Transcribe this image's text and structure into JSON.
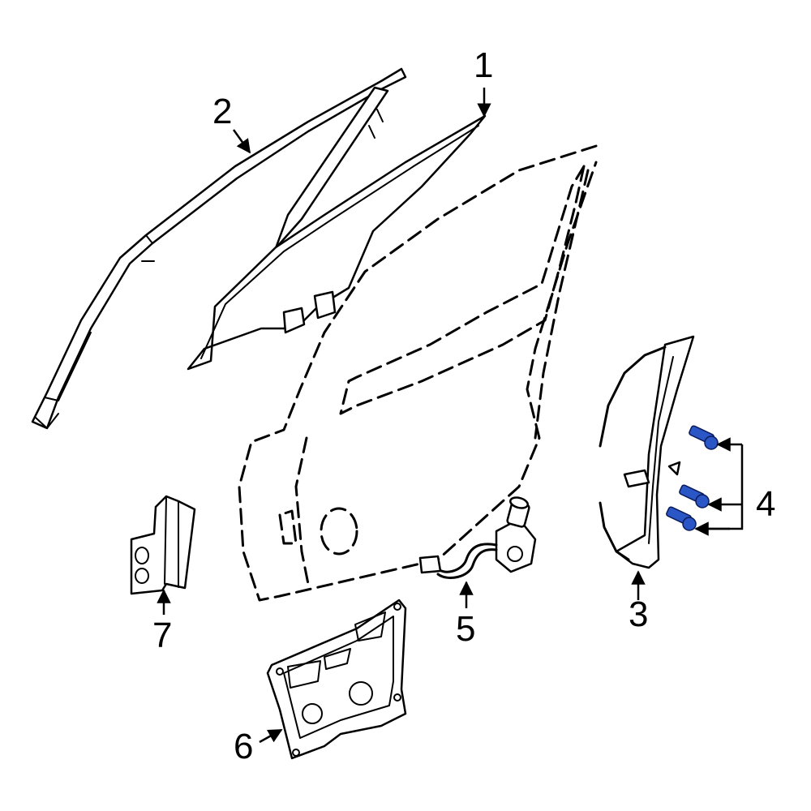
{
  "callouts": {
    "c1": "1",
    "c2": "2",
    "c3": "3",
    "c4": "4",
    "c5": "5",
    "c6": "6",
    "c7": "7"
  },
  "colors": {
    "line": "#000000",
    "highlight_bolt": "#2a56c6",
    "background": "#ffffff"
  }
}
